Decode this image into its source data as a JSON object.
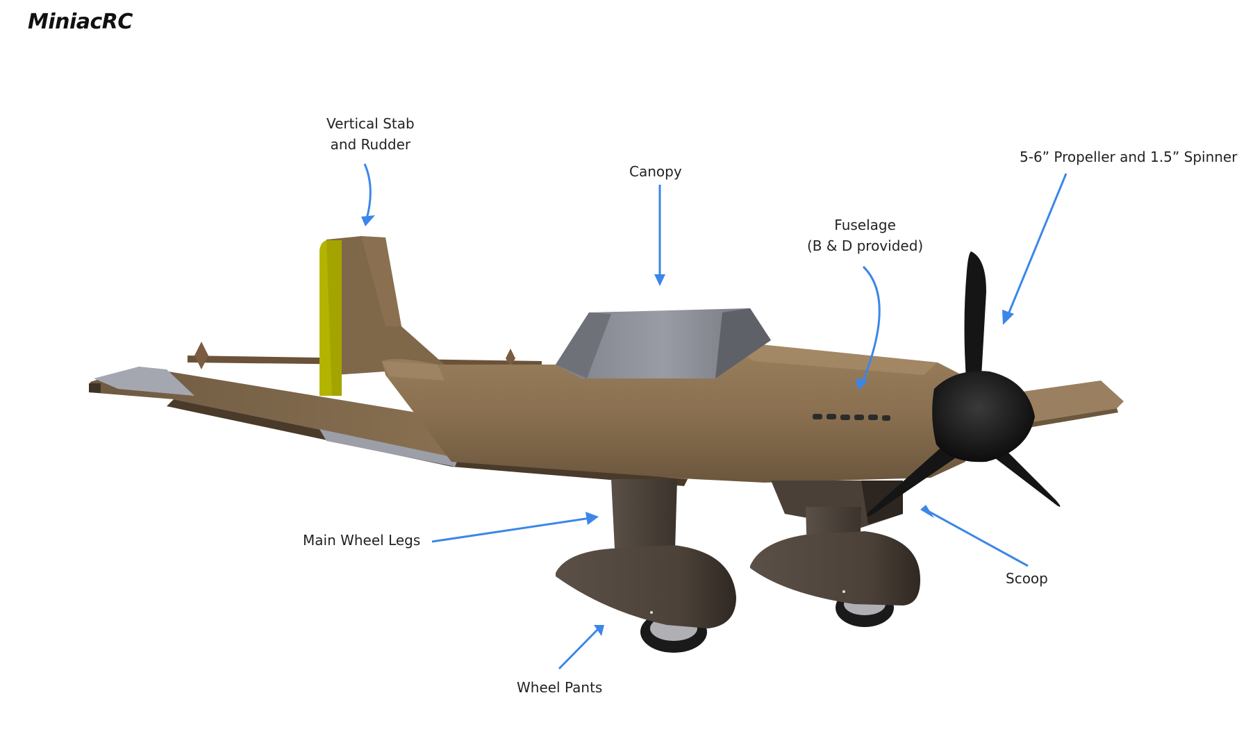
{
  "brand": "MiniacRC",
  "callouts": {
    "vertical_stab": [
      "Vertical Stab",
      "and Rudder"
    ],
    "canopy": "Canopy",
    "fuselage": [
      "Fuselage",
      "(B & D provided)"
    ],
    "propeller": "5-6” Propeller and 1.5” Spinner",
    "main_wheel_legs": "Main Wheel Legs",
    "scoop": "Scoop",
    "wheel_pants": "Wheel Pants"
  },
  "colors": {
    "arrow": "#3b86e8",
    "fuselage": "#8c7352",
    "rudder": "#b3b300",
    "canopy": "#8e9099",
    "propeller": "#151515",
    "wheel_pants": "#4a4038"
  }
}
